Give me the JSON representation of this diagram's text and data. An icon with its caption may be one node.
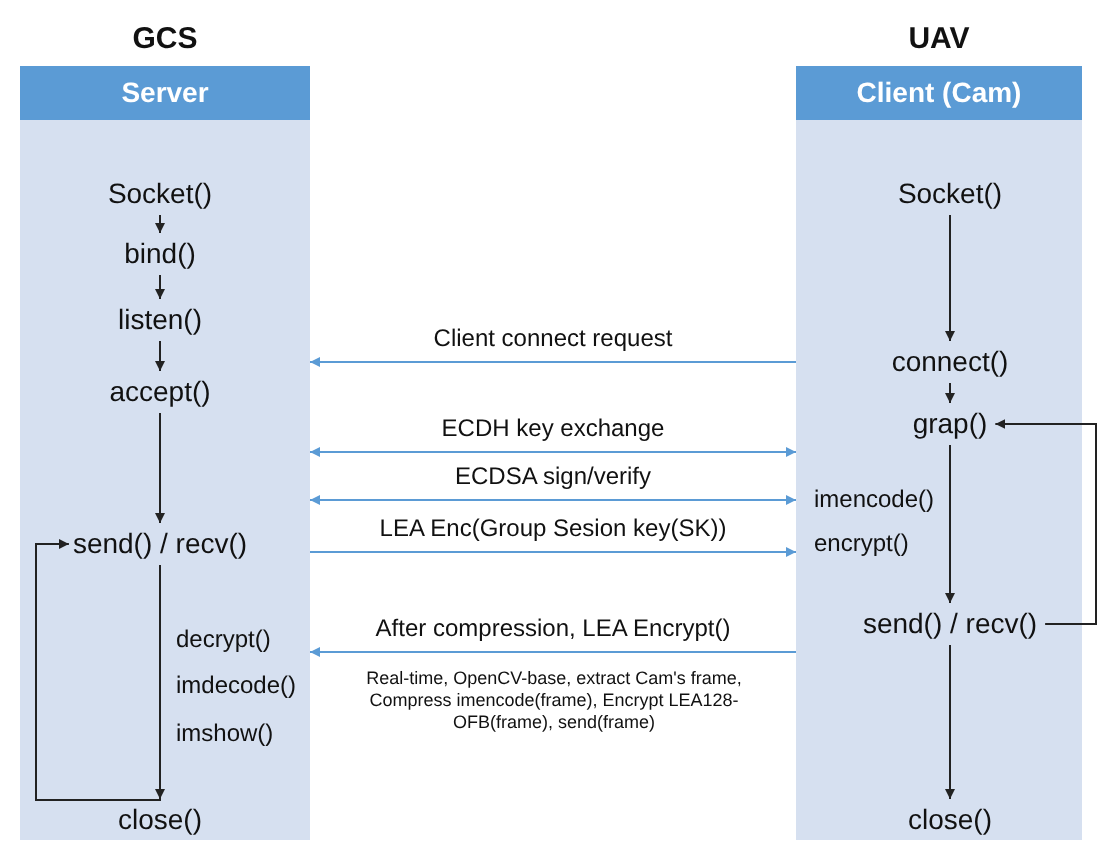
{
  "diagram": {
    "nodes": [
      {
        "text": [
          "GCS",
          "Server"
        ]
      },
      {
        "text": [
          "Socket()"
        ],
        "in": 0
      },
      {
        "text": [
          "bind()"
        ],
        "in": 0
      },
      {
        "text": [
          "listen()"
        ],
        "in": 0
      },
      {
        "text": [
          "accept()"
        ],
        "in": 0
      },
      {
        "text": [
          "send() / recv()"
        ],
        "in": 0
      },
      {
        "text": [
          "decrypt()"
        ],
        "in": 0
      },
      {
        "text": [
          "imdecode()"
        ],
        "in": 0
      },
      {
        "text": [
          "imshow()"
        ],
        "in": 0
      },
      {
        "text": [
          "close()"
        ],
        "in": 0
      },
      {
        "text": [
          "UAV",
          "Client (Cam)"
        ]
      },
      {
        "text": [
          "Socket()"
        ],
        "in": 10
      },
      {
        "text": [
          "connect()"
        ],
        "in": 10
      },
      {
        "text": [
          "grap()"
        ],
        "in": 10
      },
      {
        "text": [
          "imencode()"
        ],
        "in": 10
      },
      {
        "text": [
          "encrypt()"
        ],
        "in": 10
      },
      {
        "text": [
          "send() / recv()"
        ],
        "in": 10
      },
      {
        "text": [
          "close()"
        ],
        "in": 10
      }
    ],
    "edges": [
      {
        "from": 1,
        "to": 2,
        "arrow": "to"
      },
      {
        "from": 2,
        "to": 3,
        "arrow": "to"
      },
      {
        "from": 3,
        "to": 4,
        "arrow": "to"
      },
      {
        "from": 4,
        "to": 5,
        "arrow": "to"
      },
      {
        "from": 5,
        "to": 9,
        "arrow": "to"
      },
      {
        "from": 5,
        "to": 5,
        "arrow": "to"
      },
      {
        "from": 11,
        "to": 12,
        "arrow": "to"
      },
      {
        "from": 12,
        "to": 13,
        "arrow": "to"
      },
      {
        "from": 13,
        "to": 16,
        "arrow": "to"
      },
      {
        "from": 16,
        "to": 13,
        "arrow": "to"
      },
      {
        "from": 16,
        "to": 17,
        "arrow": "to"
      },
      {
        "from": 10,
        "to": 0,
        "arrow": "to",
        "label": "Client connect request",
        "color": "#5b9bd5"
      },
      {
        "from": 0,
        "to": 10,
        "arrow": "both",
        "label": "ECDH key exchange",
        "color": "#5b9bd5"
      },
      {
        "from": 0,
        "to": 10,
        "arrow": "both",
        "label": "ECDSA sign/verify",
        "color": "#5b9bd5"
      },
      {
        "from": 0,
        "to": 10,
        "arrow": "to",
        "label": "LEA Enc(Group Sesion key(SK))",
        "color": "#5b9bd5"
      },
      {
        "from": 10,
        "to": 0,
        "arrow": "to",
        "label": "After compression, LEA Encrypt()",
        "color": "#5b9bd5"
      }
    ],
    "labels": [
      "Real-time, OpenCV-base, extract Cam's frame, Compress imencode(frame), Encrypt LEA128-OFB(frame), send(frame)"
    ]
  }
}
